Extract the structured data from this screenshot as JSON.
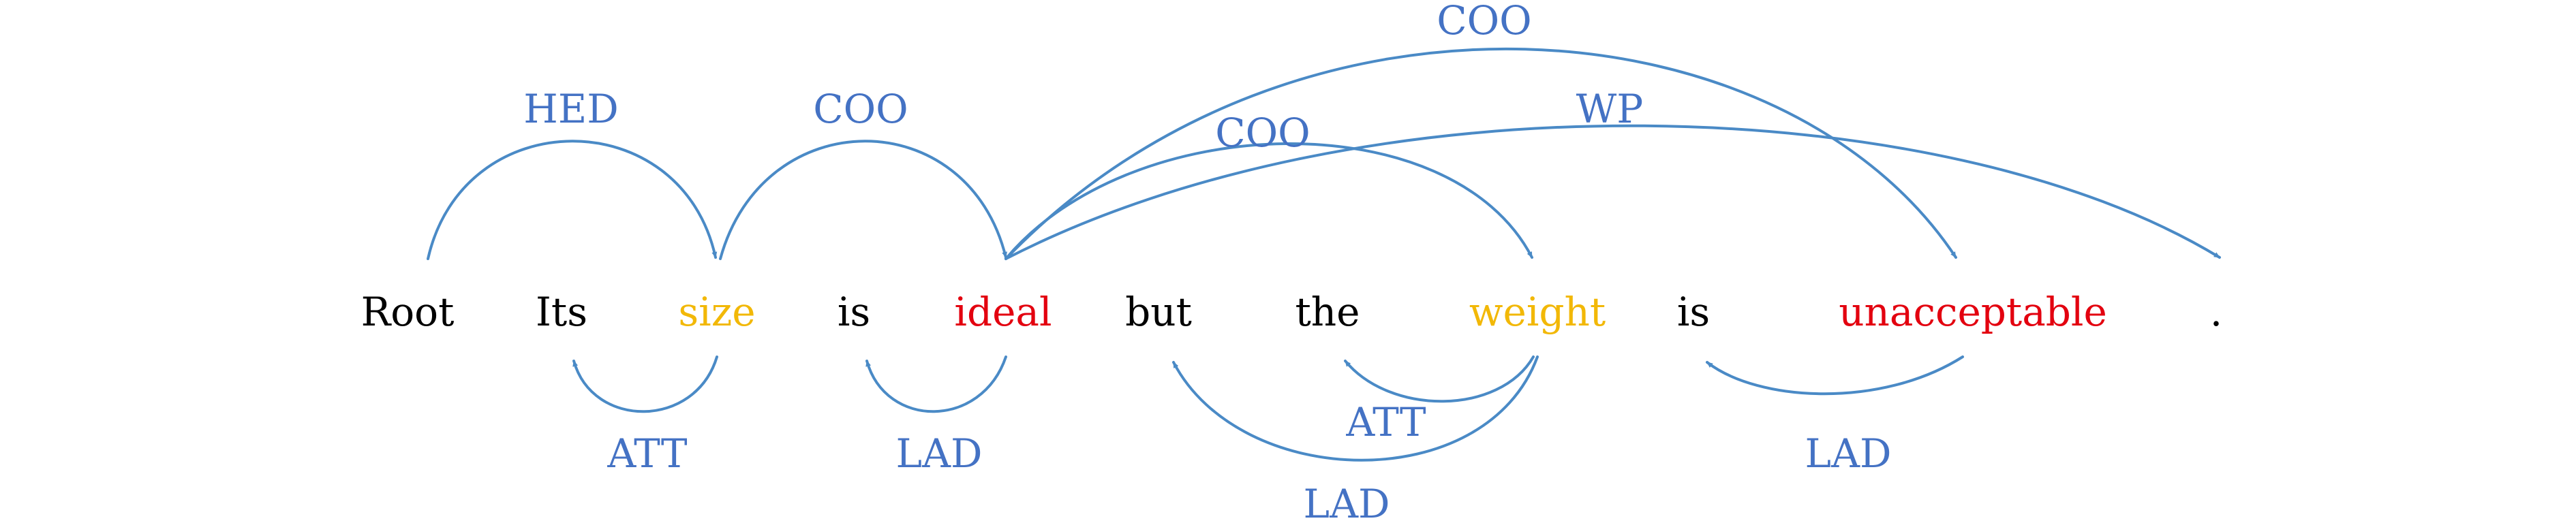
{
  "diagram": {
    "colors": {
      "arc": "#4a8ac6",
      "label": "#4472c4",
      "default_word": "#000000",
      "aspect": "#f2b807",
      "opinion": "#e3000f"
    },
    "tokens": [
      {
        "id": 0,
        "text": "Root",
        "role": "default"
      },
      {
        "id": 1,
        "text": "Its",
        "role": "default"
      },
      {
        "id": 2,
        "text": "size",
        "role": "aspect"
      },
      {
        "id": 3,
        "text": "is",
        "role": "default"
      },
      {
        "id": 4,
        "text": "ideal",
        "role": "opinion"
      },
      {
        "id": 5,
        "text": "but",
        "role": "default"
      },
      {
        "id": 6,
        "text": "the",
        "role": "default"
      },
      {
        "id": 7,
        "text": "weight",
        "role": "aspect"
      },
      {
        "id": 8,
        "text": "is",
        "role": "default"
      },
      {
        "id": 9,
        "text": "unacceptable",
        "role": "opinion"
      },
      {
        "id": 10,
        "text": ".",
        "role": "default"
      }
    ],
    "arcs": [
      {
        "from": 0,
        "to": 2,
        "label": "HED",
        "side": "above"
      },
      {
        "from": 2,
        "to": 4,
        "label": "COO",
        "side": "above"
      },
      {
        "from": 4,
        "to": 7,
        "label": "COO",
        "side": "above"
      },
      {
        "from": 4,
        "to": 9,
        "label": "COO",
        "side": "above"
      },
      {
        "from": 4,
        "to": 10,
        "label": "WP",
        "side": "above"
      },
      {
        "from": 2,
        "to": 1,
        "label": "ATT",
        "side": "below"
      },
      {
        "from": 4,
        "to": 3,
        "label": "LAD",
        "side": "below"
      },
      {
        "from": 7,
        "to": 6,
        "label": "ATT",
        "side": "below"
      },
      {
        "from": 7,
        "to": 5,
        "label": "LAD",
        "side": "below"
      },
      {
        "from": 9,
        "to": 8,
        "label": "LAD",
        "side": "below"
      }
    ]
  }
}
